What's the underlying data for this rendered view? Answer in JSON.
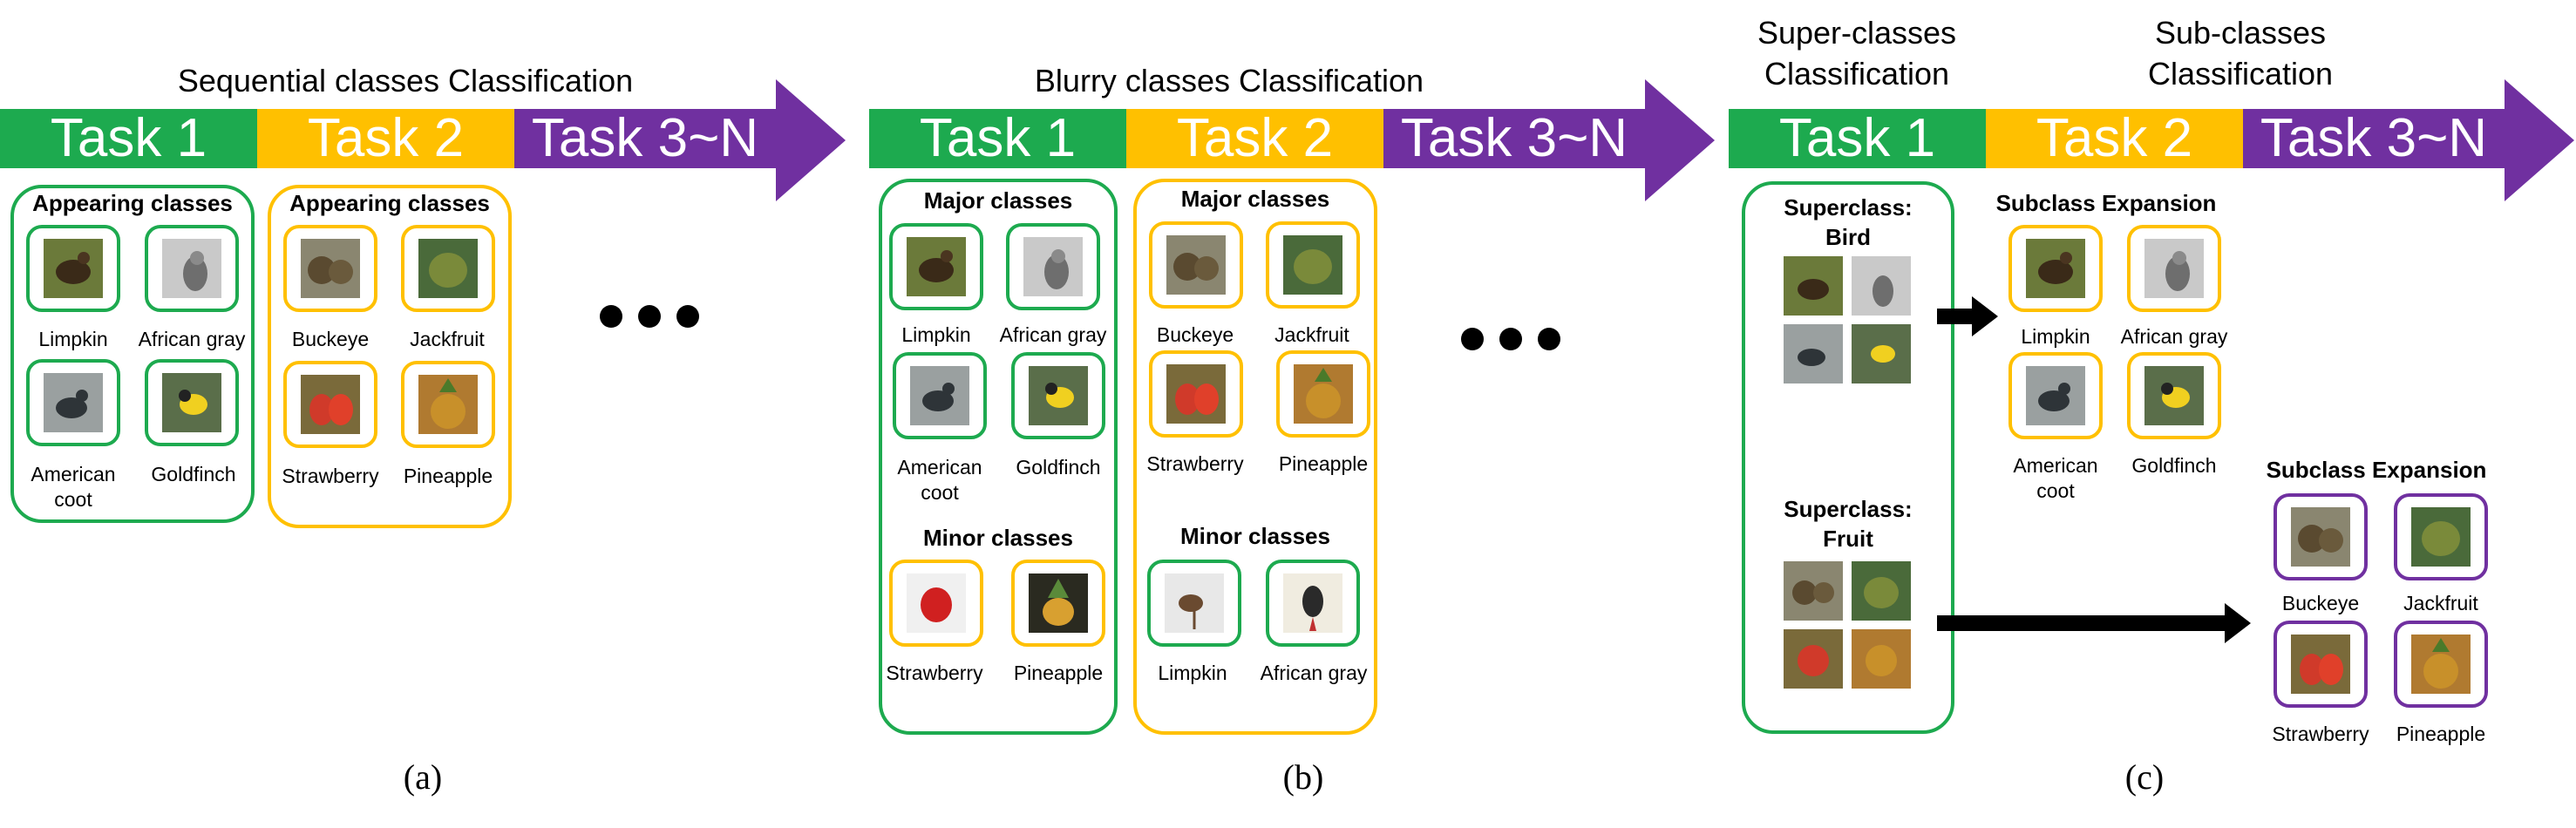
{
  "colors": {
    "green": "#1daa4f",
    "yellow": "#ffc000",
    "purple": "#7030a0"
  },
  "panel_a": {
    "title": "Sequential classes Classification",
    "task1": "Task 1",
    "task2": "Task 2",
    "task3": "Task 3~N",
    "box1_heading": "Appearing classes",
    "box2_heading": "Appearing classes",
    "box1_labels": [
      "Limpkin",
      "African gray",
      "American coot",
      "Goldfinch"
    ],
    "box2_labels": [
      "Buckeye",
      "Jackfruit",
      "Strawberry",
      "Pineapple"
    ],
    "caption": "(a)"
  },
  "panel_b": {
    "title": "Blurry classes Classification",
    "task1": "Task 1",
    "task2": "Task 2",
    "task3": "Task 3~N",
    "major1": "Major classes",
    "major2": "Major classes",
    "minor1": "Minor classes",
    "minor2": "Minor classes",
    "box1_major_labels": [
      "Limpkin",
      "African gray",
      "American coot",
      "Goldfinch"
    ],
    "box1_minor_labels": [
      "Strawberry",
      "Pineapple"
    ],
    "box2_major_labels": [
      "Buckeye",
      "Jackfruit",
      "Strawberry",
      "Pineapple"
    ],
    "box2_minor_labels": [
      "Limpkin",
      "African gray"
    ],
    "caption": "(b)"
  },
  "panel_c": {
    "title_left_1": "Super-classes",
    "title_left_2": "Classification",
    "title_right_1": "Sub-classes",
    "title_right_2": "Classification",
    "task1": "Task 1",
    "task2": "Task 2",
    "task3": "Task 3~N",
    "superclass_bird_1": "Superclass:",
    "superclass_bird_2": "Bird",
    "superclass_fruit_1": "Superclass:",
    "superclass_fruit_2": "Fruit",
    "subclass_heading_1": "Subclass Expansion",
    "subclass_heading_2": "Subclass Expansion",
    "bird_labels": [
      "Limpkin",
      "African gray",
      "American coot",
      "Goldfinch"
    ],
    "fruit_labels": [
      "Buckeye",
      "Jackfruit",
      "Strawberry",
      "Pineapple"
    ],
    "caption": "(c)"
  }
}
